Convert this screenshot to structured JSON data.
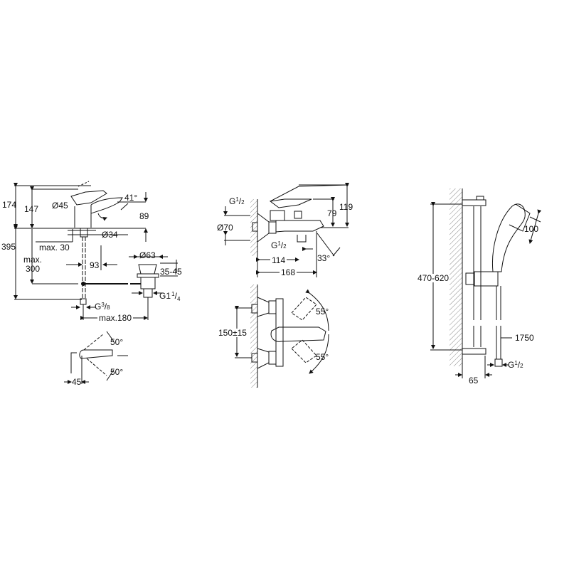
{
  "drawings": {
    "basin_mixer": {
      "height_total": "174",
      "height_spout": "147",
      "spout_diameter": "Ø45",
      "spout_angle": "41°",
      "spout_height": "89",
      "hole_diameter": "Ø34",
      "deck_thickness": "max. 30",
      "overall_height": "395",
      "max_depth_label_1": "max.",
      "max_depth_label_2": "300",
      "spout_reach": "93",
      "waste_diameter": "Ø63",
      "waste_range": "35-45",
      "waste_thread_main": "G1",
      "waste_thread_sup": "1",
      "waste_thread_sub": "4",
      "supply_thread_main": "G",
      "supply_thread_sup": "3",
      "supply_thread_sub": "8",
      "max_reach": "max.180"
    },
    "basin_top_view": {
      "angle_upper": "50°",
      "angle_lower": "50°",
      "lever_length": "45"
    },
    "bath_mixer": {
      "inlet_thread_main": "G",
      "inlet_thread_sup": "1",
      "inlet_thread_sub": "2",
      "escutcheon_diameter": "Ø70",
      "height_top": "119",
      "height_body": "79",
      "outlet_thread_main": "G",
      "outlet_thread_sup": "1",
      "outlet_thread_sub": "2",
      "spout_angle": "33°",
      "outlet_distance": "114",
      "projection": "168"
    },
    "bath_top_view": {
      "centres": "150±15",
      "angle_upper": "55°",
      "angle_lower": "55°"
    },
    "shower_rail": {
      "rail_height": "470-620",
      "head_diameter": "100",
      "hose_length": "1750",
      "thread_main": "G",
      "thread_sup": "1",
      "thread_sub": "2",
      "wall_distance": "65"
    }
  }
}
